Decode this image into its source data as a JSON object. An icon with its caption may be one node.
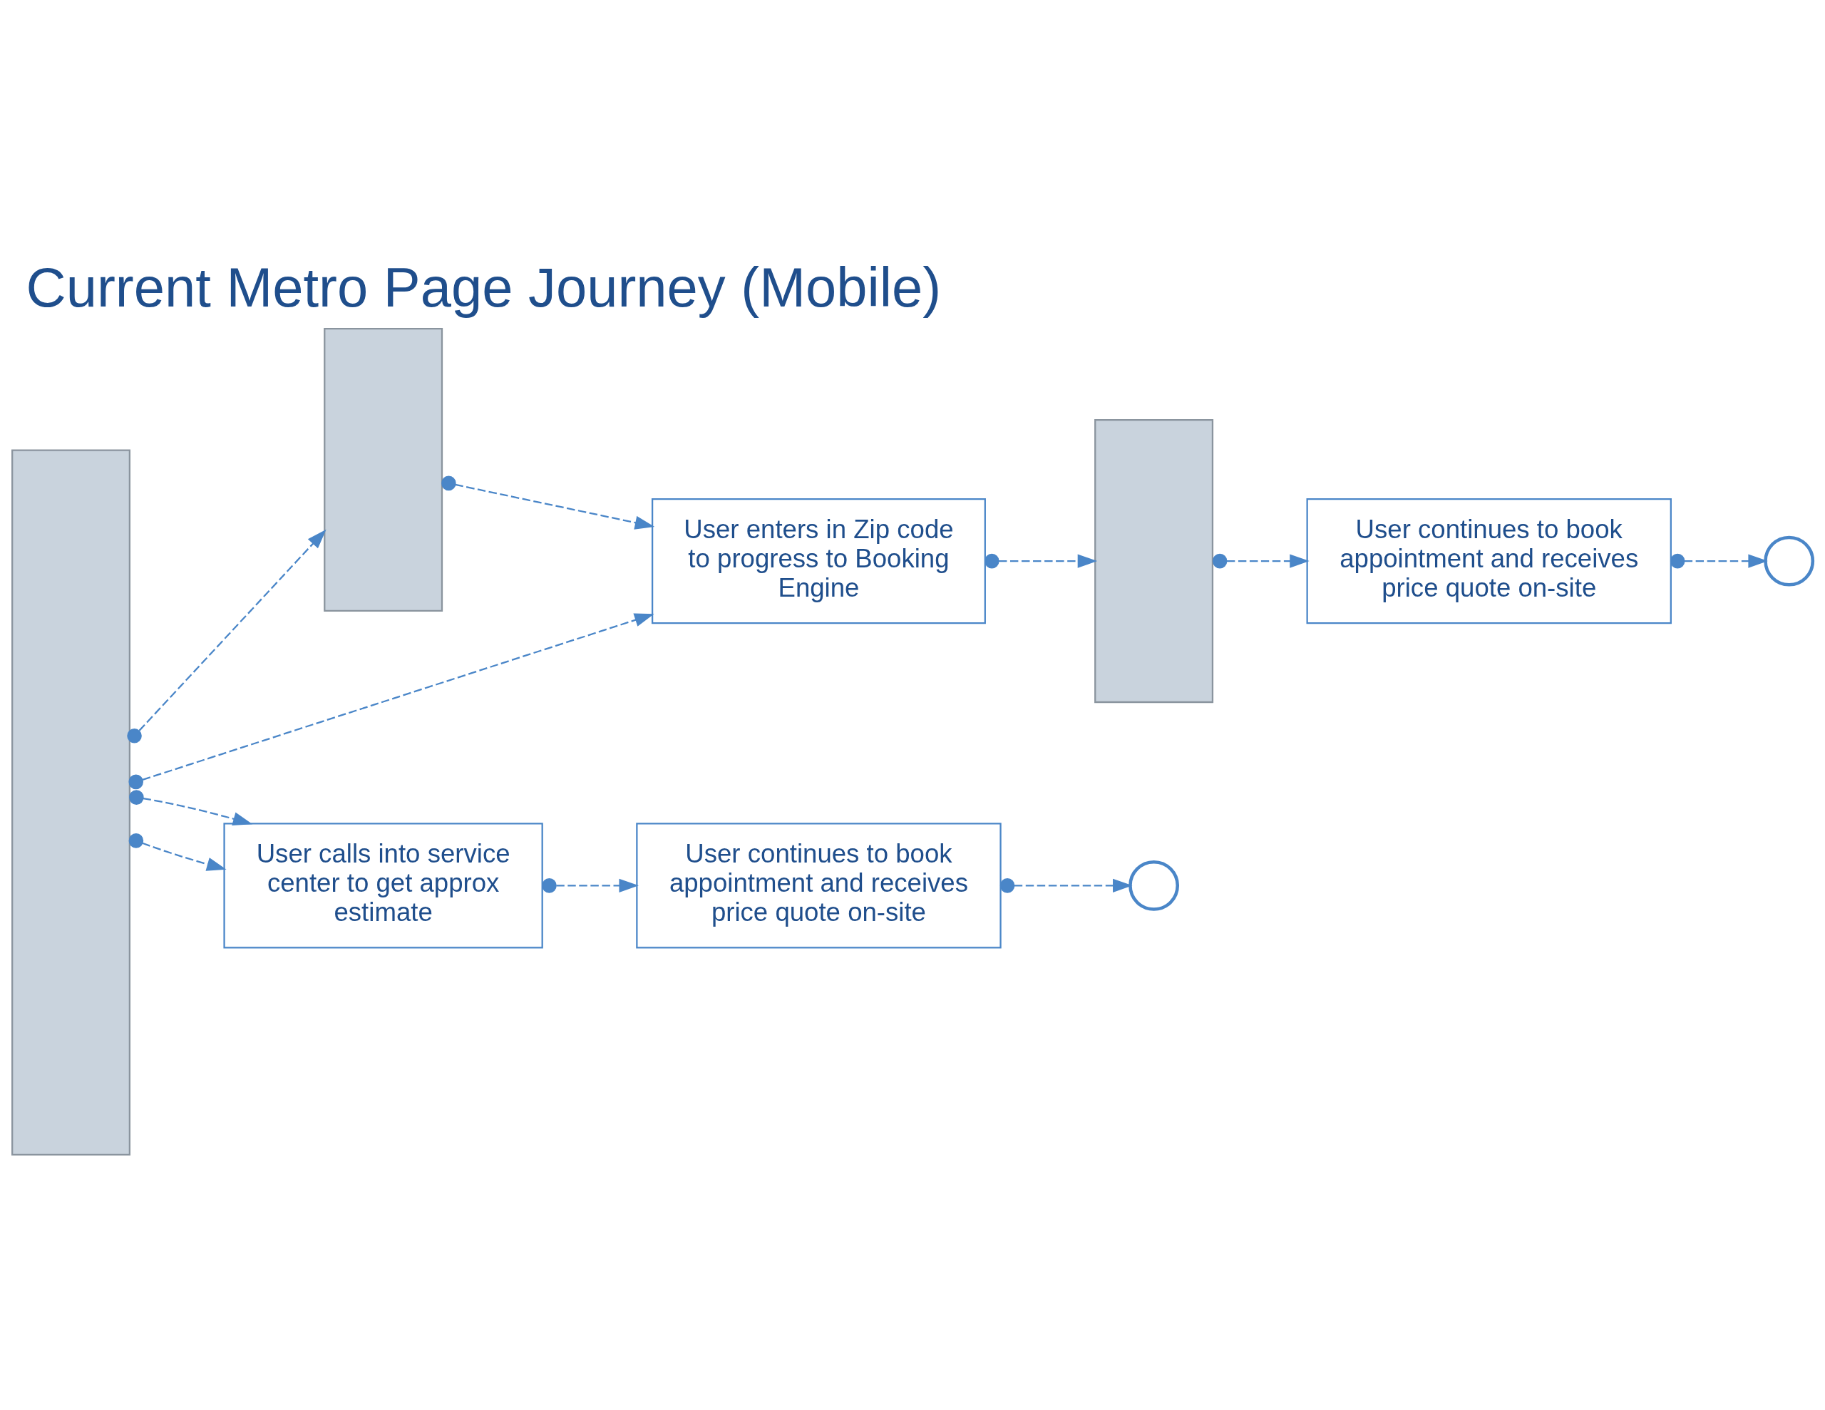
{
  "diagram": {
    "title": "Current Metro Page Journey (Mobile)",
    "nodes": [
      {
        "text": [],
        "shape": "box"
      },
      {
        "text": [],
        "shape": "box"
      },
      {
        "text": [
          "User enters in Zip code to progress to Booking Engine"
        ]
      },
      {
        "text": [],
        "shape": "box"
      },
      {
        "text": [
          "User continues to book appointment and receives price quote on-site"
        ]
      },
      {
        "text": [],
        "shape": "circle"
      },
      {
        "text": [
          "User calls into service center to get approx estimate"
        ]
      },
      {
        "text": [
          "User continues to book appointment and receives price quote on-site"
        ]
      },
      {
        "text": [],
        "shape": "circle"
      }
    ],
    "edges": [
      {
        "from": 0,
        "to": 1,
        "arrow": "to",
        "style": "dashed"
      },
      {
        "from": 1,
        "to": 2,
        "arrow": "to",
        "style": "dashed"
      },
      {
        "from": 0,
        "to": 2,
        "arrow": "to",
        "style": "dashed"
      },
      {
        "from": 0,
        "to": 6,
        "arrow": "to",
        "style": "dashed"
      },
      {
        "from": 0,
        "to": 6,
        "arrow": "to",
        "style": "dashed"
      },
      {
        "from": 2,
        "to": 3,
        "arrow": "to",
        "style": "dashed"
      },
      {
        "from": 3,
        "to": 4,
        "arrow": "to",
        "style": "dashed"
      },
      {
        "from": 4,
        "to": 5,
        "arrow": "to",
        "style": "dashed"
      },
      {
        "from": 6,
        "to": 7,
        "arrow": "to",
        "style": "dashed"
      },
      {
        "from": 7,
        "to": 8,
        "arrow": "to",
        "style": "dashed"
      }
    ]
  }
}
